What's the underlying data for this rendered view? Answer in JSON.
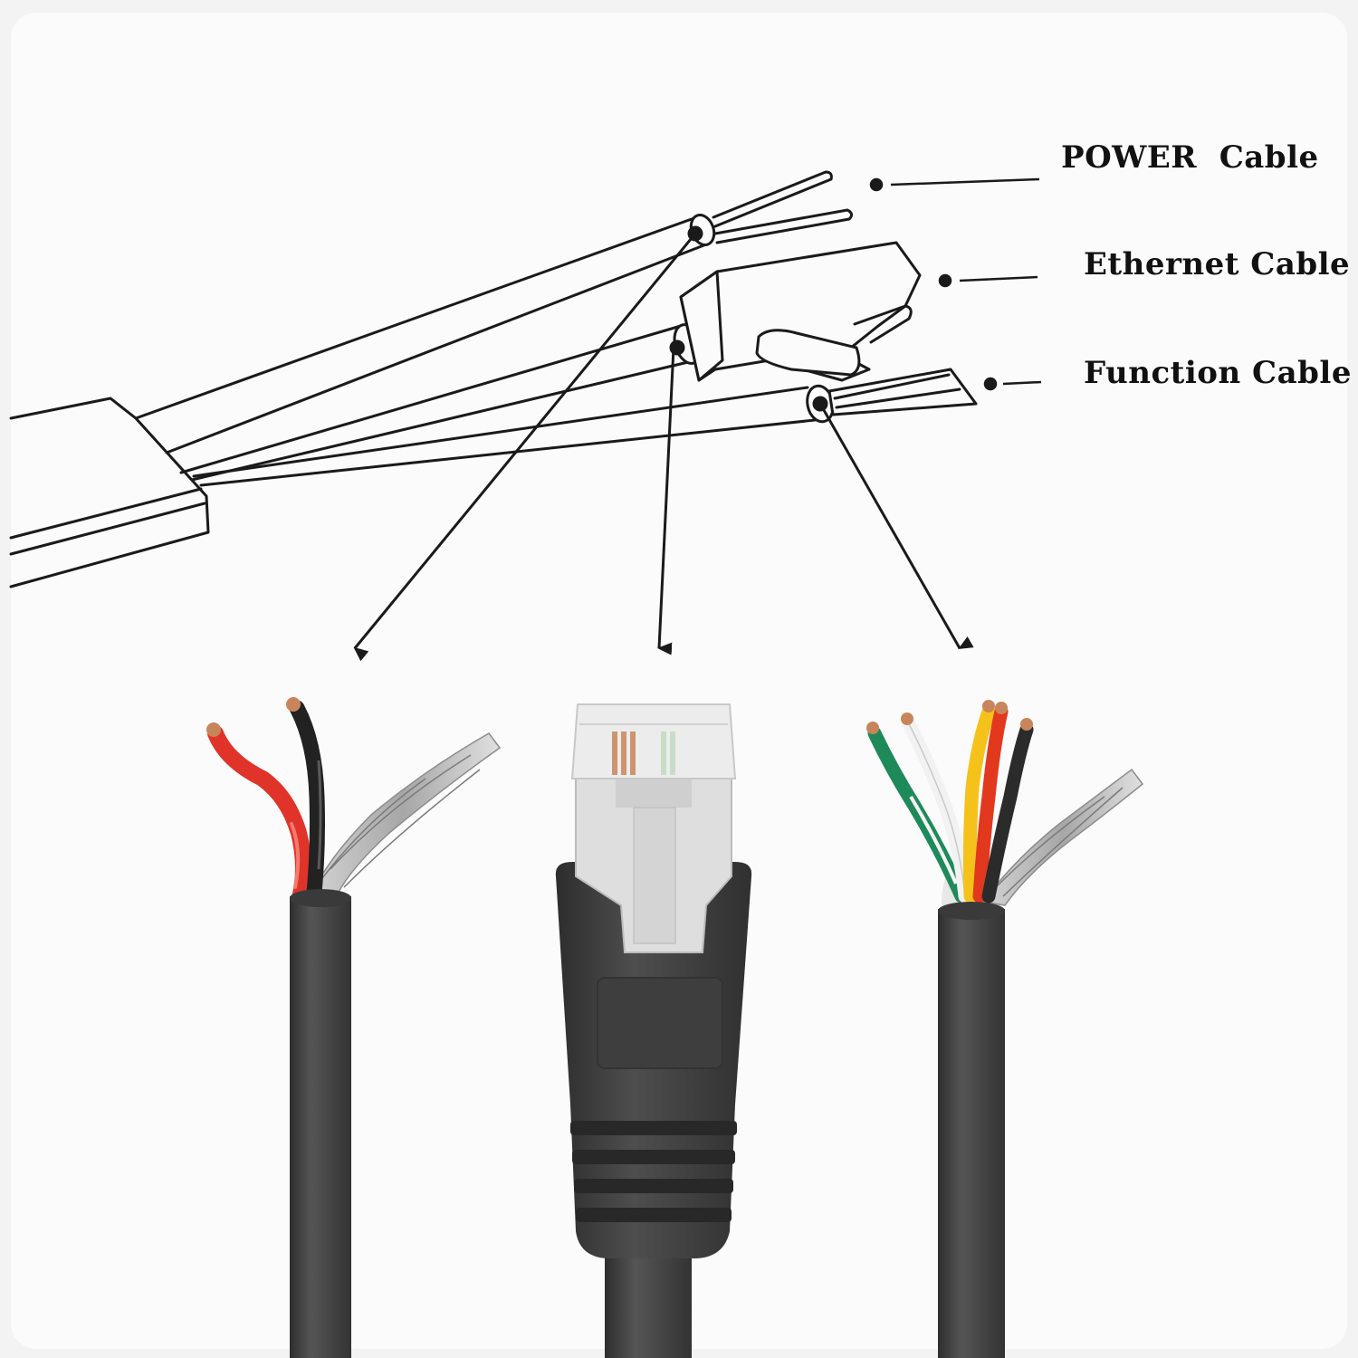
{
  "labels": {
    "power": "POWER  Cable",
    "ethernet": "Ethernet Cable",
    "function": "Function Cable"
  },
  "colors": {
    "background": "#f3f3f3",
    "panel": "#fbfbfb",
    "line": "#1a1a1a",
    "jacket": "#454545",
    "jacket_dark": "#2f2f2f",
    "wire_red": "#e0342a",
    "wire_black": "#222222",
    "wire_green": "#1e8a5a",
    "wire_white": "#f4f4f4",
    "wire_yellow": "#f5c21b",
    "wire_darkred": "#e2381e",
    "shield": "#b9b9b9",
    "copper": "#c9855a",
    "rj45_clear": "#e6e6e6"
  }
}
